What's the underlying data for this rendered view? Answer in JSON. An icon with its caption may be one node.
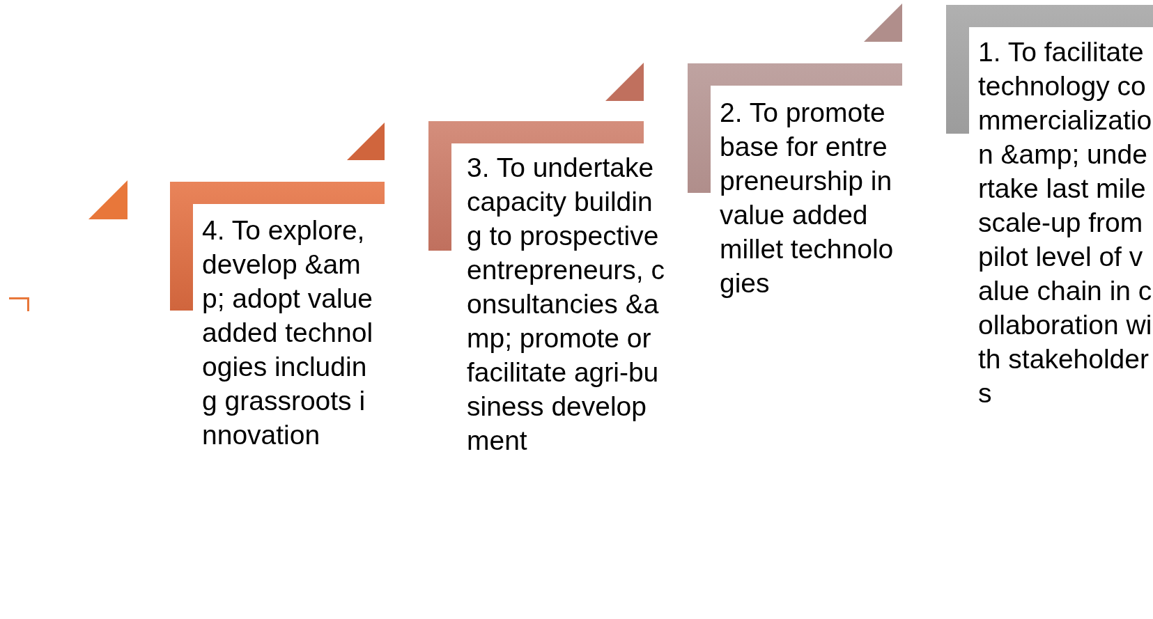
{
  "diagram": {
    "nodes": [
      {
        "text": [
          "4. To explore, develop &amp; adopt value added technologies including grassroots innovation"
        ]
      },
      {
        "text": [
          "3. To undertake capacity building to prospective entrepreneurs, consultancies &amp; promote or facilitate agri-business development"
        ]
      },
      {
        "text": [
          "2. To promote base for entrepreneurship in value added millet technologies"
        ]
      },
      {
        "text": [
          "1. To facilitate technology commercialization &amp; undertake last mile scale-up from pilot level of value chain in collaboration with stakeholders"
        ]
      }
    ]
  }
}
